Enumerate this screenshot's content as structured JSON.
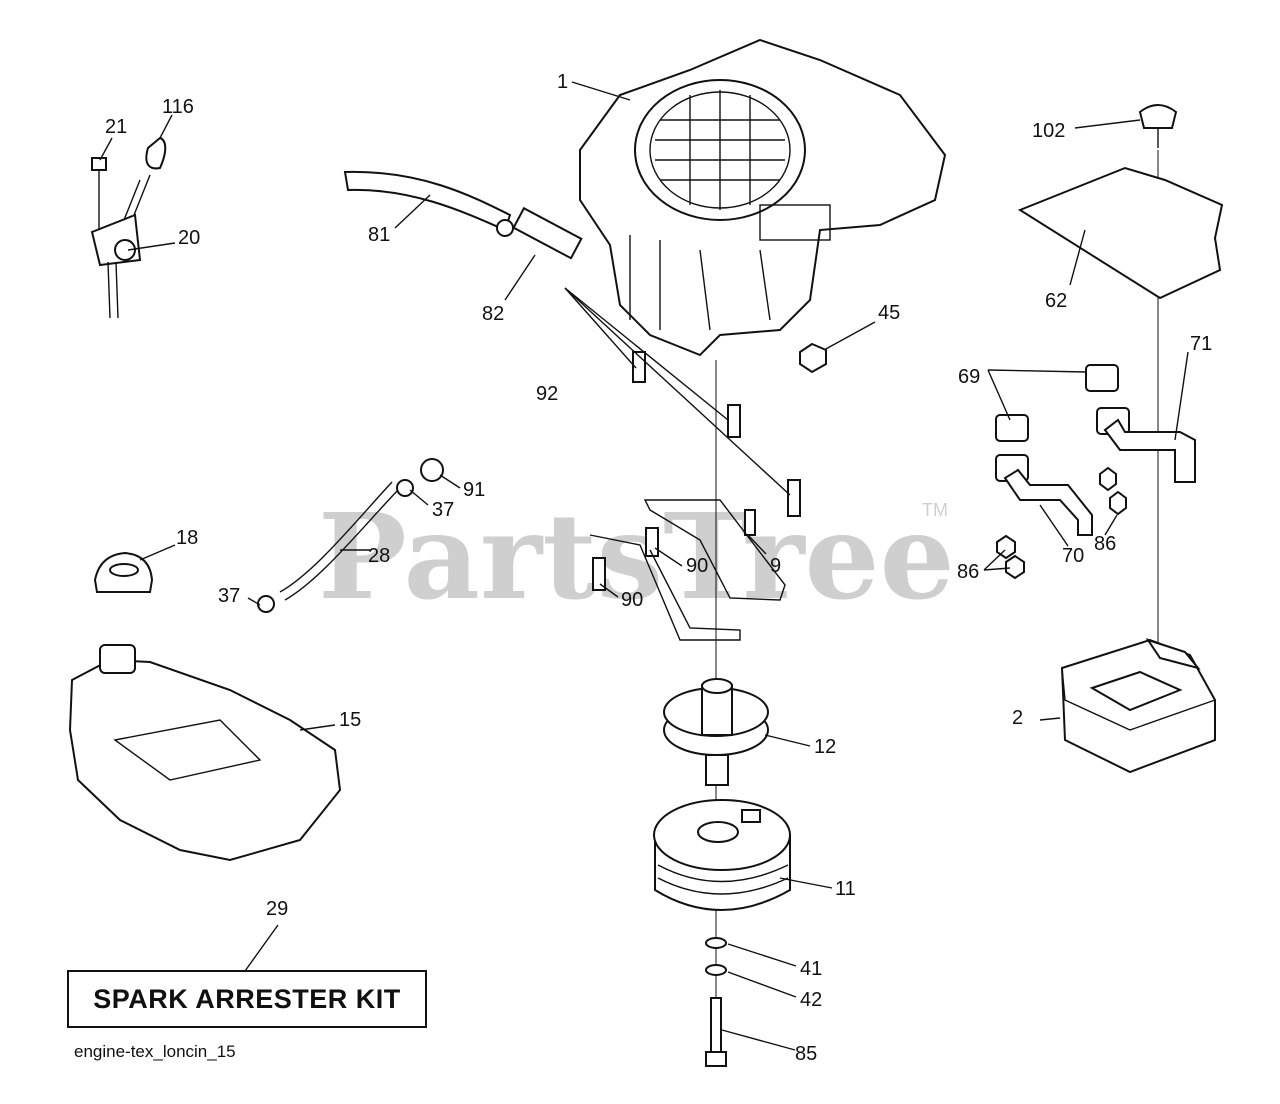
{
  "watermark": {
    "brand": "PartsTree",
    "trademark": "TM"
  },
  "kit_label": "SPARK ARRESTER KIT",
  "caption": "engine-tex_loncin_15",
  "callouts": {
    "p1": "1",
    "p2": "2",
    "p9": "9",
    "p11": "11",
    "p12": "12",
    "p15": "15",
    "p18": "18",
    "p20": "20",
    "p21": "21",
    "p28": "28",
    "p29": "29",
    "p37a": "37",
    "p37b": "37",
    "p41": "41",
    "p42": "42",
    "p45": "45",
    "p62": "62",
    "p69": "69",
    "p70": "70",
    "p71": "71",
    "p81": "81",
    "p82": "82",
    "p85": "85",
    "p86a": "86",
    "p86b": "86",
    "p90a": "90",
    "p90b": "90",
    "p91": "91",
    "p92": "92",
    "p102": "102",
    "p116": "116"
  }
}
